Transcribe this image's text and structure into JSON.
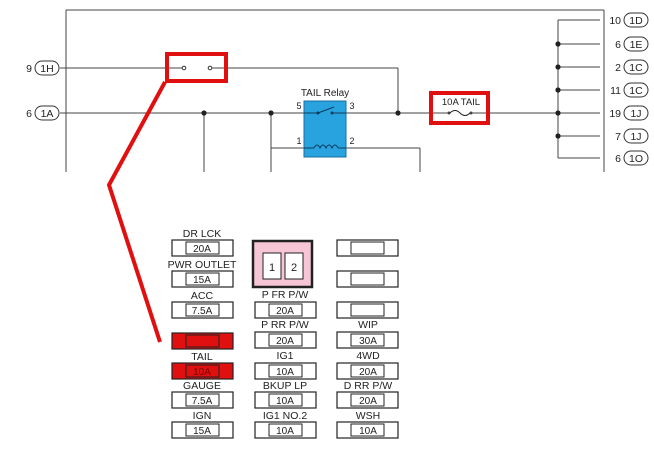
{
  "schematic": {
    "left_connectors": [
      {
        "num": "9",
        "pin": "1H"
      },
      {
        "num": "6",
        "pin": "1A"
      }
    ],
    "right_connectors": [
      {
        "num": "10",
        "pin": "1D"
      },
      {
        "num": "6",
        "pin": "1E"
      },
      {
        "num": "2",
        "pin": "1C"
      },
      {
        "num": "11",
        "pin": "1C"
      },
      {
        "num": "19",
        "pin": "1J"
      },
      {
        "num": "7",
        "pin": "1J"
      },
      {
        "num": "6",
        "pin": "1O"
      }
    ],
    "relay": {
      "title": "TAIL Relay",
      "pins": {
        "p5": "5",
        "p3": "3",
        "p1": "1",
        "p2": "2"
      },
      "color": "#29a3e0"
    },
    "fuse_label": "10A TAIL",
    "highlight_color": "#e01010"
  },
  "fuse_box": {
    "left_column": [
      {
        "label": "DR LCK",
        "rating": "20A"
      },
      {
        "label": "PWR OUTLET",
        "rating": "15A"
      },
      {
        "label": "ACC",
        "rating": "7.5A"
      },
      {
        "label": "",
        "rating": ""
      },
      {
        "label": "TAIL",
        "rating": "10A"
      },
      {
        "label": "GAUGE",
        "rating": "7.5A"
      },
      {
        "label": "IGN",
        "rating": "15A"
      }
    ],
    "relay_socket": {
      "pin1": "1",
      "pin2": "2",
      "color": "#f6c6d6"
    },
    "middle_column": [
      {
        "label": "P FR P/W",
        "rating": "20A"
      },
      {
        "label": "P RR P/W",
        "rating": "20A"
      },
      {
        "label": "IG1",
        "rating": "10A"
      },
      {
        "label": "BKUP LP",
        "rating": "10A"
      },
      {
        "label": "IG1 NO.2",
        "rating": "10A"
      }
    ],
    "right_column": [
      {
        "label": "",
        "rating": ""
      },
      {
        "label": "",
        "rating": ""
      },
      {
        "label": "",
        "rating": ""
      },
      {
        "label": "WIP",
        "rating": "30A"
      },
      {
        "label": "4WD",
        "rating": "20A"
      },
      {
        "label": "D RR P/W",
        "rating": "20A"
      },
      {
        "label": "WSH",
        "rating": "10A"
      }
    ],
    "highlight_color": "#e01010"
  }
}
